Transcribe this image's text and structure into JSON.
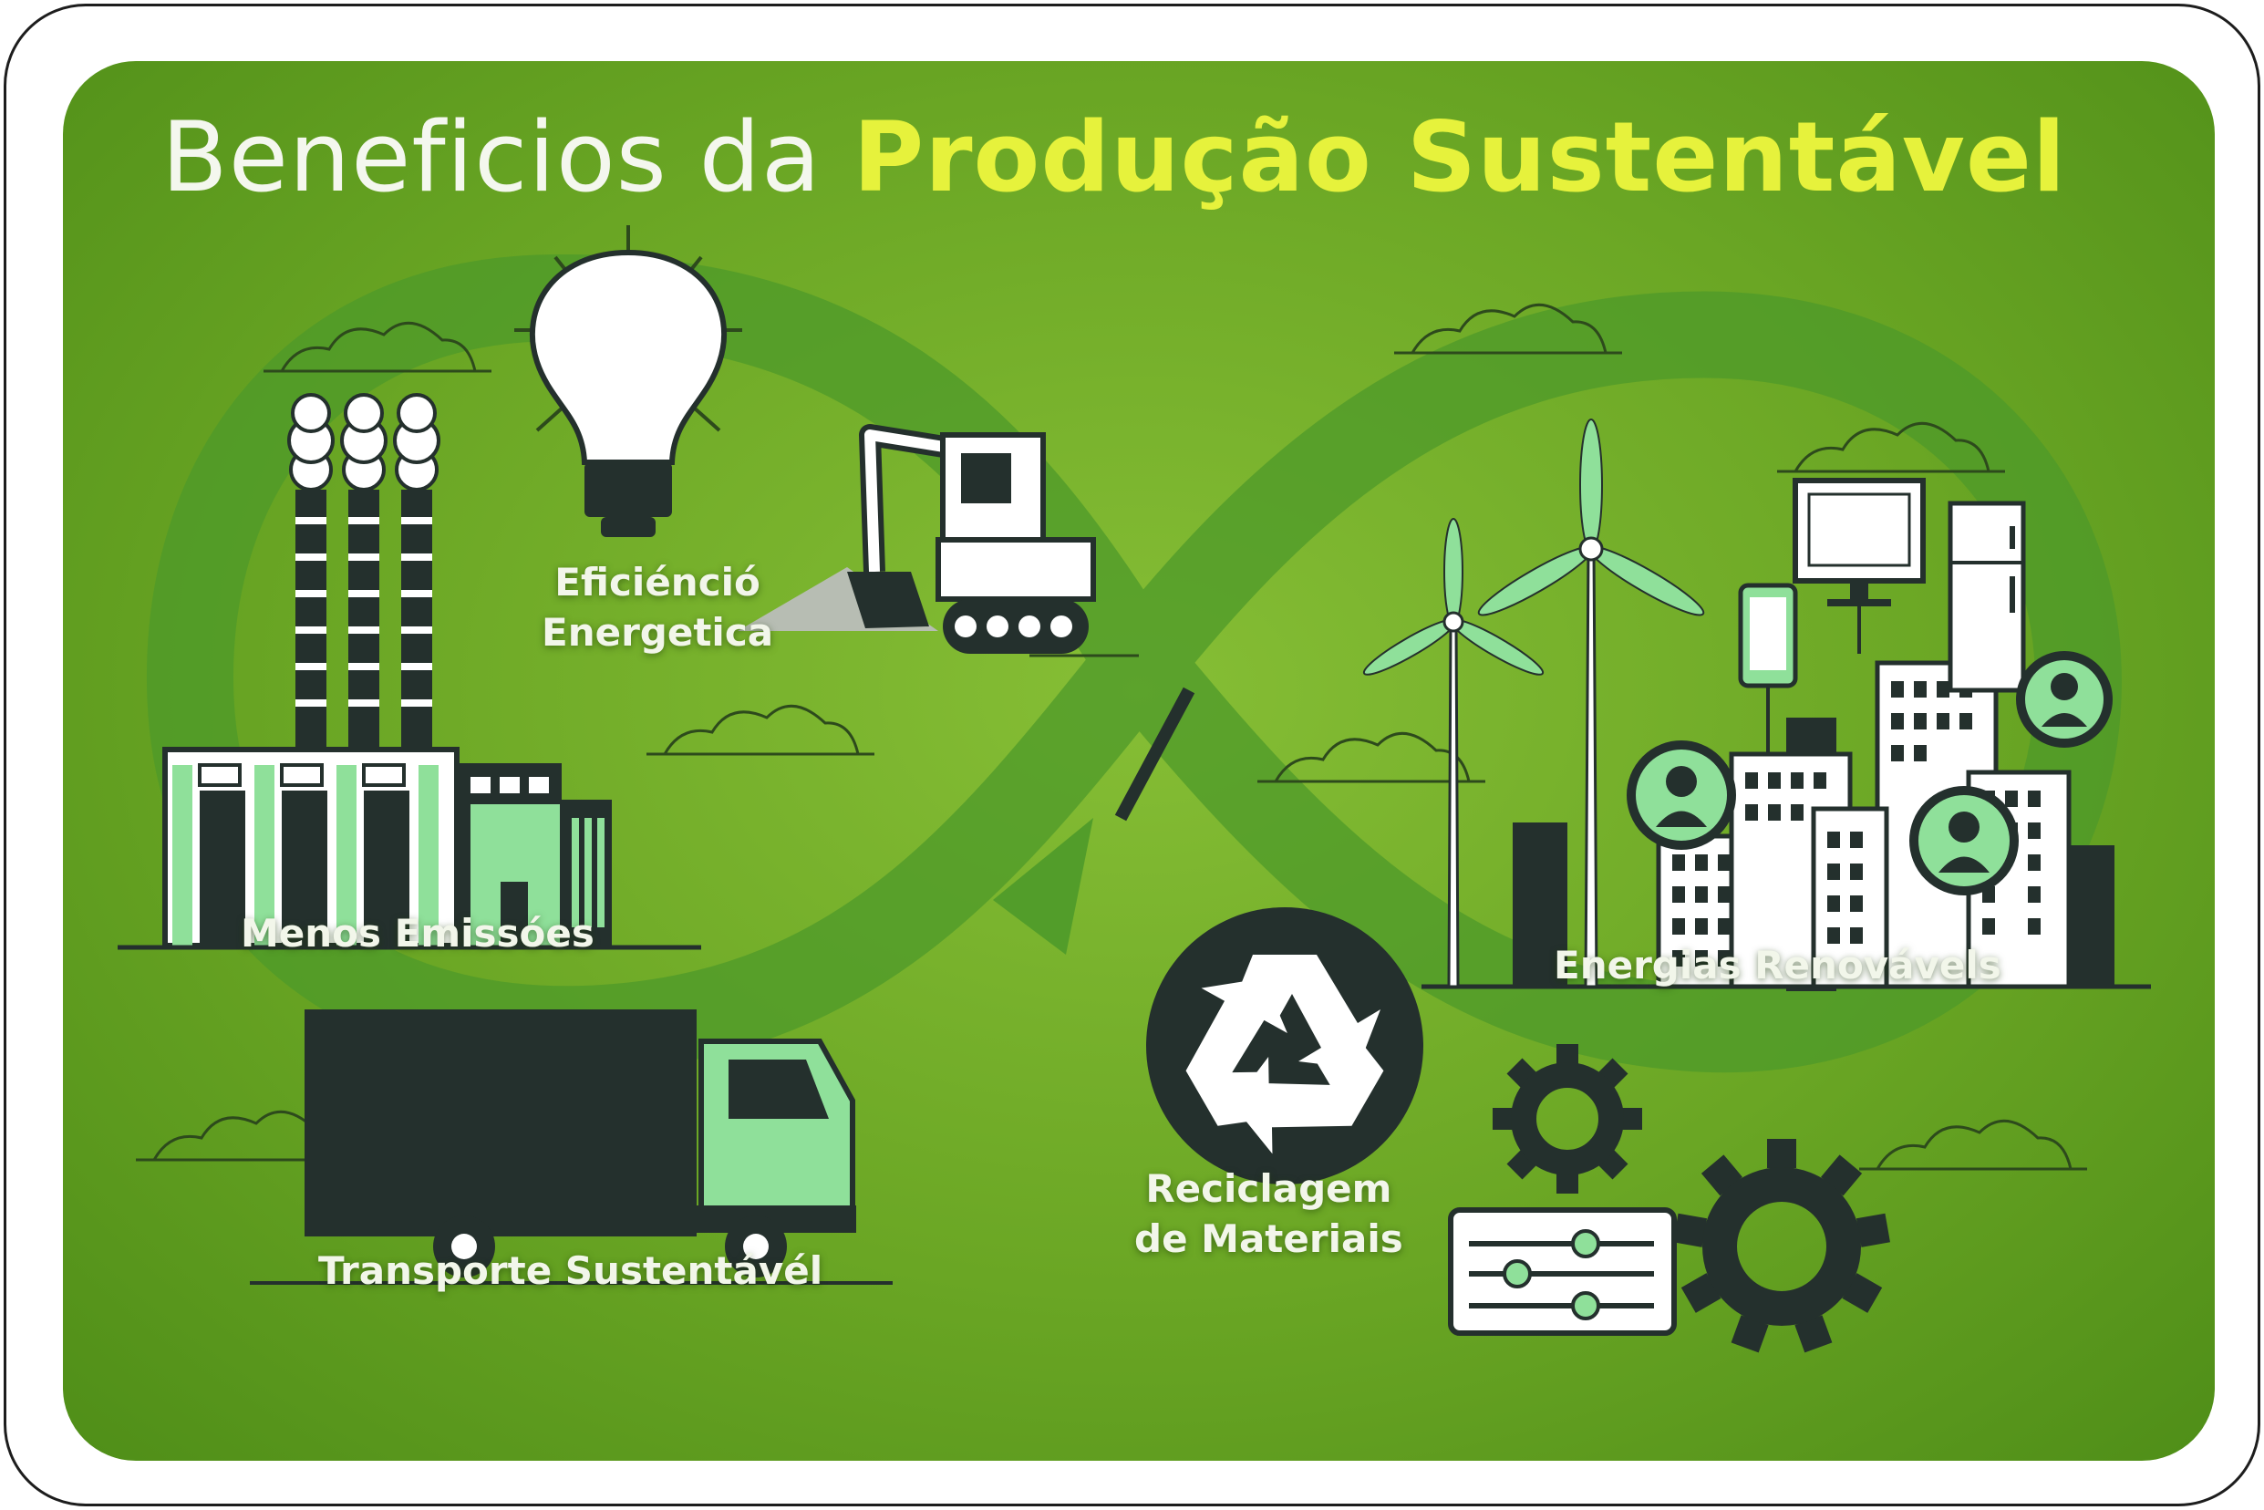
{
  "title": {
    "part1": "Beneficios da",
    "part2": "Produção Sustentável"
  },
  "labels": {
    "eficiencia_line1": "Eficiénció",
    "eficiencia_line2": "Energetica",
    "menos_emissoes": "Menos Emissóes",
    "transporte": "Transporte Sustentávél",
    "reciclagem_line1": "Reciclagem",
    "reciclagem_line2": "de Materiais",
    "energias": "Energias Renovávels"
  },
  "icons": [
    "light-bulb-icon",
    "excavator-icon",
    "factory-icon",
    "truck-icon",
    "recycle-icon",
    "wind-turbine-icon",
    "monitor-icon",
    "tablet-icon",
    "refrigerator-icon",
    "user-avatar-icon",
    "gear-icon",
    "sliders-icon",
    "cloud-icon"
  ],
  "colors": {
    "accent_yellow": "#e6f23c",
    "dark": "#24302d",
    "light_green": "#8fe09a",
    "bg_green": "#6aa624"
  }
}
